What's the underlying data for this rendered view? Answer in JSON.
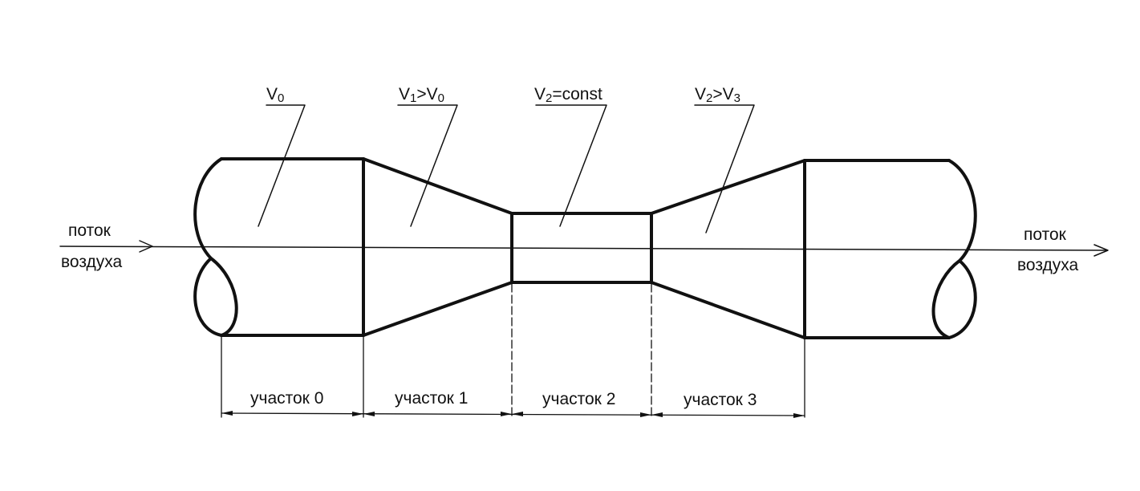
{
  "flow_labels": {
    "left": {
      "line1": "поток",
      "line2": "воздуха"
    },
    "right": {
      "line1": "поток",
      "line2": "воздуха"
    }
  },
  "velocity_labels": [
    {
      "id": "v0",
      "parts": [
        {
          "t": "V",
          "sub": "0"
        }
      ],
      "text": ""
    },
    {
      "id": "v1",
      "parts": [
        {
          "t": "V",
          "sub": "1"
        },
        {
          "t": ">V",
          "sub": "0"
        }
      ]
    },
    {
      "id": "v2",
      "parts": [
        {
          "t": "V",
          "sub": "2"
        },
        {
          "t": "=const",
          "sub": ""
        }
      ]
    },
    {
      "id": "v3",
      "parts": [
        {
          "t": "V",
          "sub": "2"
        },
        {
          "t": ">V",
          "sub": "3"
        }
      ]
    }
  ],
  "sections": [
    {
      "label": "участок 0"
    },
    {
      "label": "участок 1"
    },
    {
      "label": "участок 2"
    },
    {
      "label": "участок 3"
    }
  ],
  "colors": {
    "ink": "#111111",
    "background": "#ffffff"
  }
}
